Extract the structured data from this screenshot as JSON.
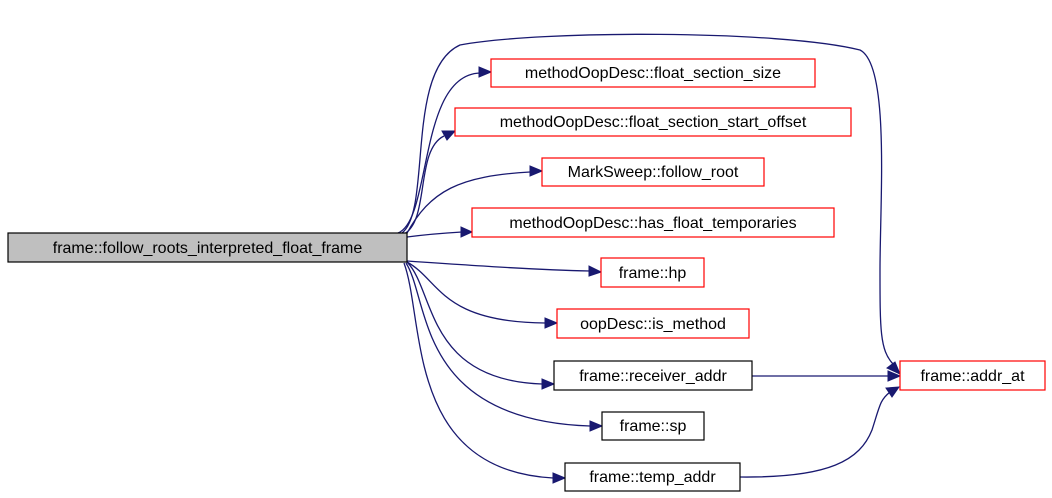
{
  "diagram": {
    "colors": {
      "edge": "#191970",
      "root_fill": "#bfbfbf",
      "root_border": "#000000",
      "red_border": "#ff0000",
      "black_border": "#000000",
      "node_fill": "#ffffff"
    },
    "root": {
      "id": "root",
      "label": "frame::follow_roots_interpreted_float_frame",
      "style": "root"
    },
    "nodes": [
      {
        "id": "float_section_size",
        "label": "methodOopDesc::float_section_size",
        "style": "red"
      },
      {
        "id": "float_section_start_offset",
        "label": "methodOopDesc::float_section_start_offset",
        "style": "red"
      },
      {
        "id": "follow_root",
        "label": "MarkSweep::follow_root",
        "style": "red"
      },
      {
        "id": "has_float_temporaries",
        "label": "methodOopDesc::has_float_temporaries",
        "style": "red"
      },
      {
        "id": "hp",
        "label": "frame::hp",
        "style": "red"
      },
      {
        "id": "is_method",
        "label": "oopDesc::is_method",
        "style": "red"
      },
      {
        "id": "receiver_addr",
        "label": "frame::receiver_addr",
        "style": "black"
      },
      {
        "id": "sp",
        "label": "frame::sp",
        "style": "black"
      },
      {
        "id": "temp_addr",
        "label": "frame::temp_addr",
        "style": "black"
      },
      {
        "id": "addr_at",
        "label": "frame::addr_at",
        "style": "red"
      }
    ],
    "edges": [
      {
        "from": "root",
        "to": "float_section_size"
      },
      {
        "from": "root",
        "to": "float_section_start_offset"
      },
      {
        "from": "root",
        "to": "follow_root"
      },
      {
        "from": "root",
        "to": "has_float_temporaries"
      },
      {
        "from": "root",
        "to": "hp"
      },
      {
        "from": "root",
        "to": "is_method"
      },
      {
        "from": "root",
        "to": "receiver_addr"
      },
      {
        "from": "root",
        "to": "sp"
      },
      {
        "from": "root",
        "to": "temp_addr"
      },
      {
        "from": "root",
        "to": "addr_at"
      },
      {
        "from": "receiver_addr",
        "to": "addr_at"
      },
      {
        "from": "temp_addr",
        "to": "addr_at"
      }
    ]
  }
}
